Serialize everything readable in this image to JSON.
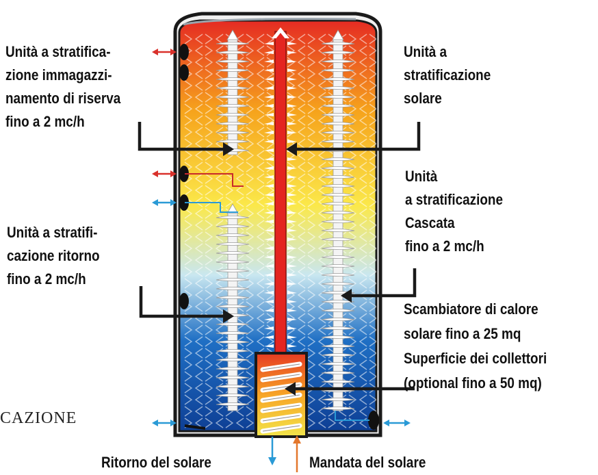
{
  "labels": {
    "storage_backup": [
      "Unità a stratifica-",
      "zione  immagazzi-",
      "namento di riserva",
      "fino a 2 mc/h"
    ],
    "solar_stratification": [
      "Unità a",
      "stratificazione",
      "solare"
    ],
    "cascade": [
      "Unità",
      "a stratificazione",
      "Cascata",
      "fino a 2 mc/h"
    ],
    "return_stratification": [
      "Unità a stratifi-",
      "cazione  ritorno",
      "fino a 2 mc/h"
    ],
    "heat_exchanger": [
      "Scambiatore di calore",
      "solare fino a 25 mq",
      "Superficie dei collettori",
      "(optional fino a 50 mq)"
    ],
    "solar_return": "Ritorno del solare",
    "solar_flow": "Mandata del solare",
    "cut_text": "CAZIONE"
  },
  "colors": {
    "hot": "#e52b23",
    "warm": "#f6a31c",
    "mid": "#fbe84a",
    "cool": "#c9e7f0",
    "cold": "#1f6fc4",
    "deep": "#0e3f95",
    "pipe_red": "#e42520",
    "arrow_red": "#d9312b",
    "arrow_blue": "#2a9ad6",
    "outline": "#1a1a1a"
  }
}
